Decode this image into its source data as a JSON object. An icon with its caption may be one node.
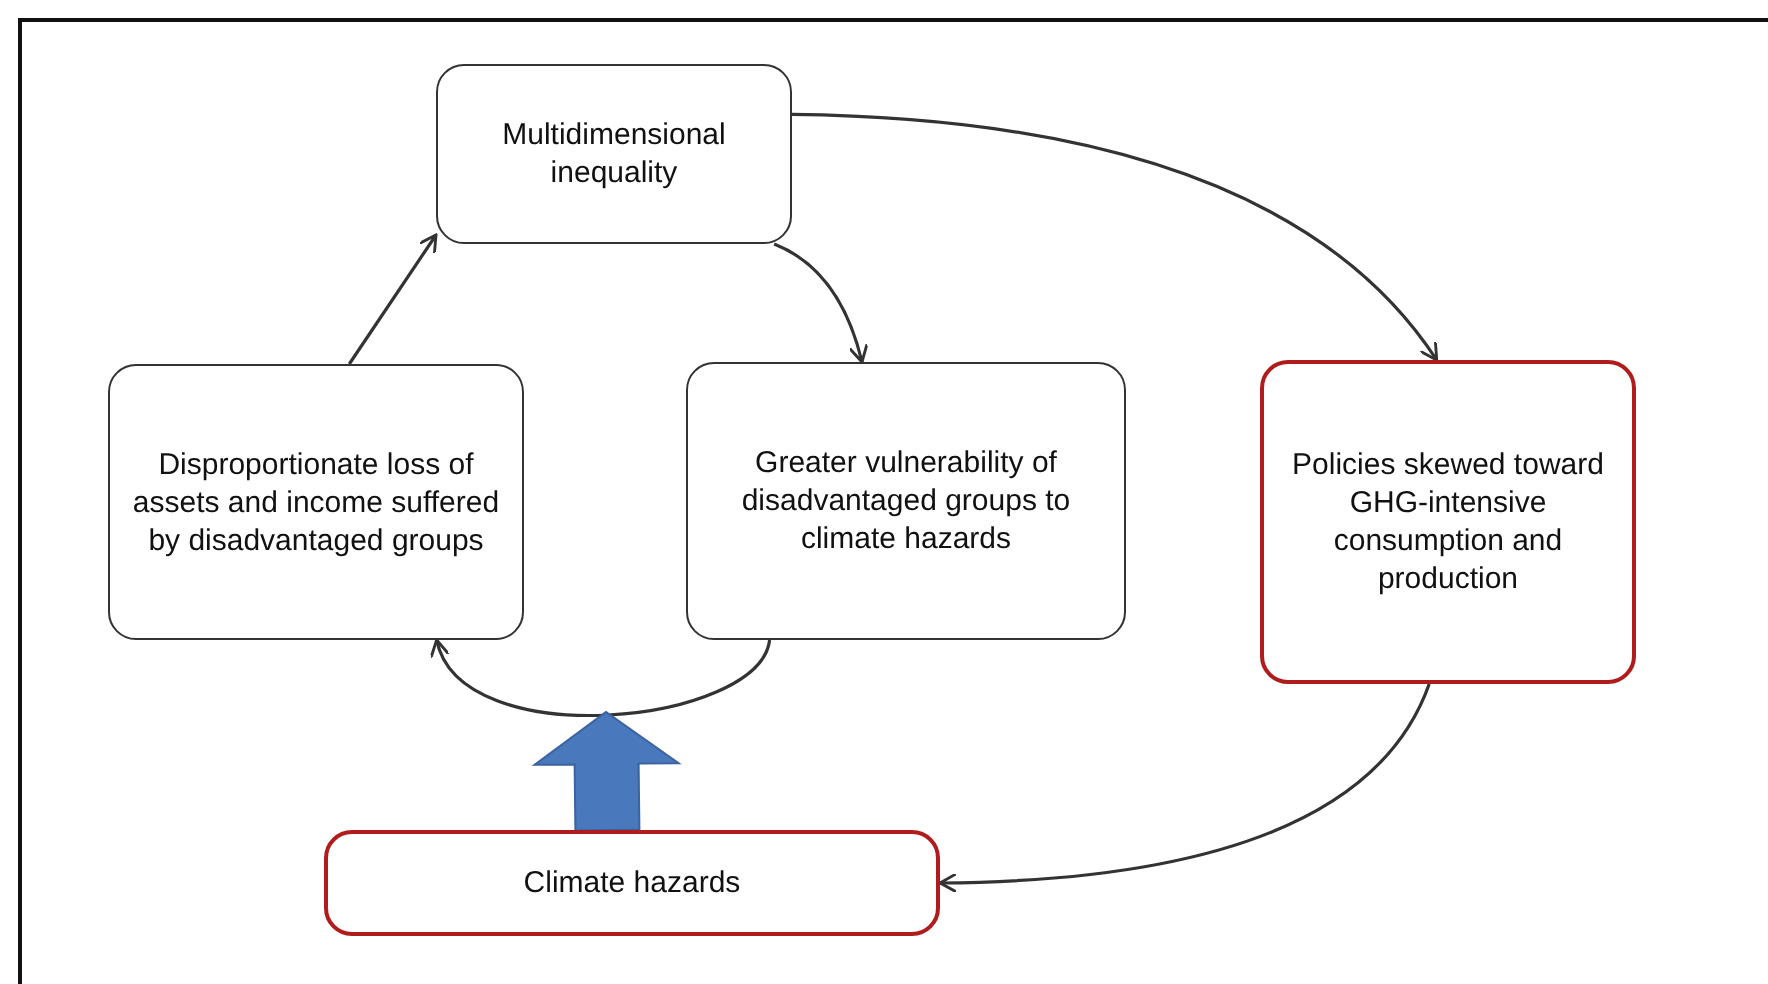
{
  "diagram": {
    "nodes": [
      {
        "text": [
          "Multidimensional inequality"
        ]
      },
      {
        "text": [
          "Disproportionate loss of assets and income suffered by disadvantaged groups"
        ]
      },
      {
        "text": [
          "Greater vulnerability of disadvantaged groups to climate hazards"
        ]
      },
      {
        "text": [
          "Policies skewed toward GHG-intensive consumption and production"
        ]
      },
      {
        "text": [
          "Climate hazards"
        ]
      }
    ],
    "edges": [
      {
        "from": 0,
        "to": 2,
        "arrow": "to"
      },
      {
        "from": 0,
        "to": 3,
        "arrow": "to"
      },
      {
        "from": 3,
        "to": 4,
        "arrow": "to"
      },
      {
        "from": 2,
        "to": 1,
        "arrow": "to"
      },
      {
        "from": 1,
        "to": 0,
        "arrow": "to"
      },
      {
        "from": 4,
        "to": null,
        "arrow": "to",
        "style": "thick",
        "color": "#4a78bd"
      }
    ]
  }
}
